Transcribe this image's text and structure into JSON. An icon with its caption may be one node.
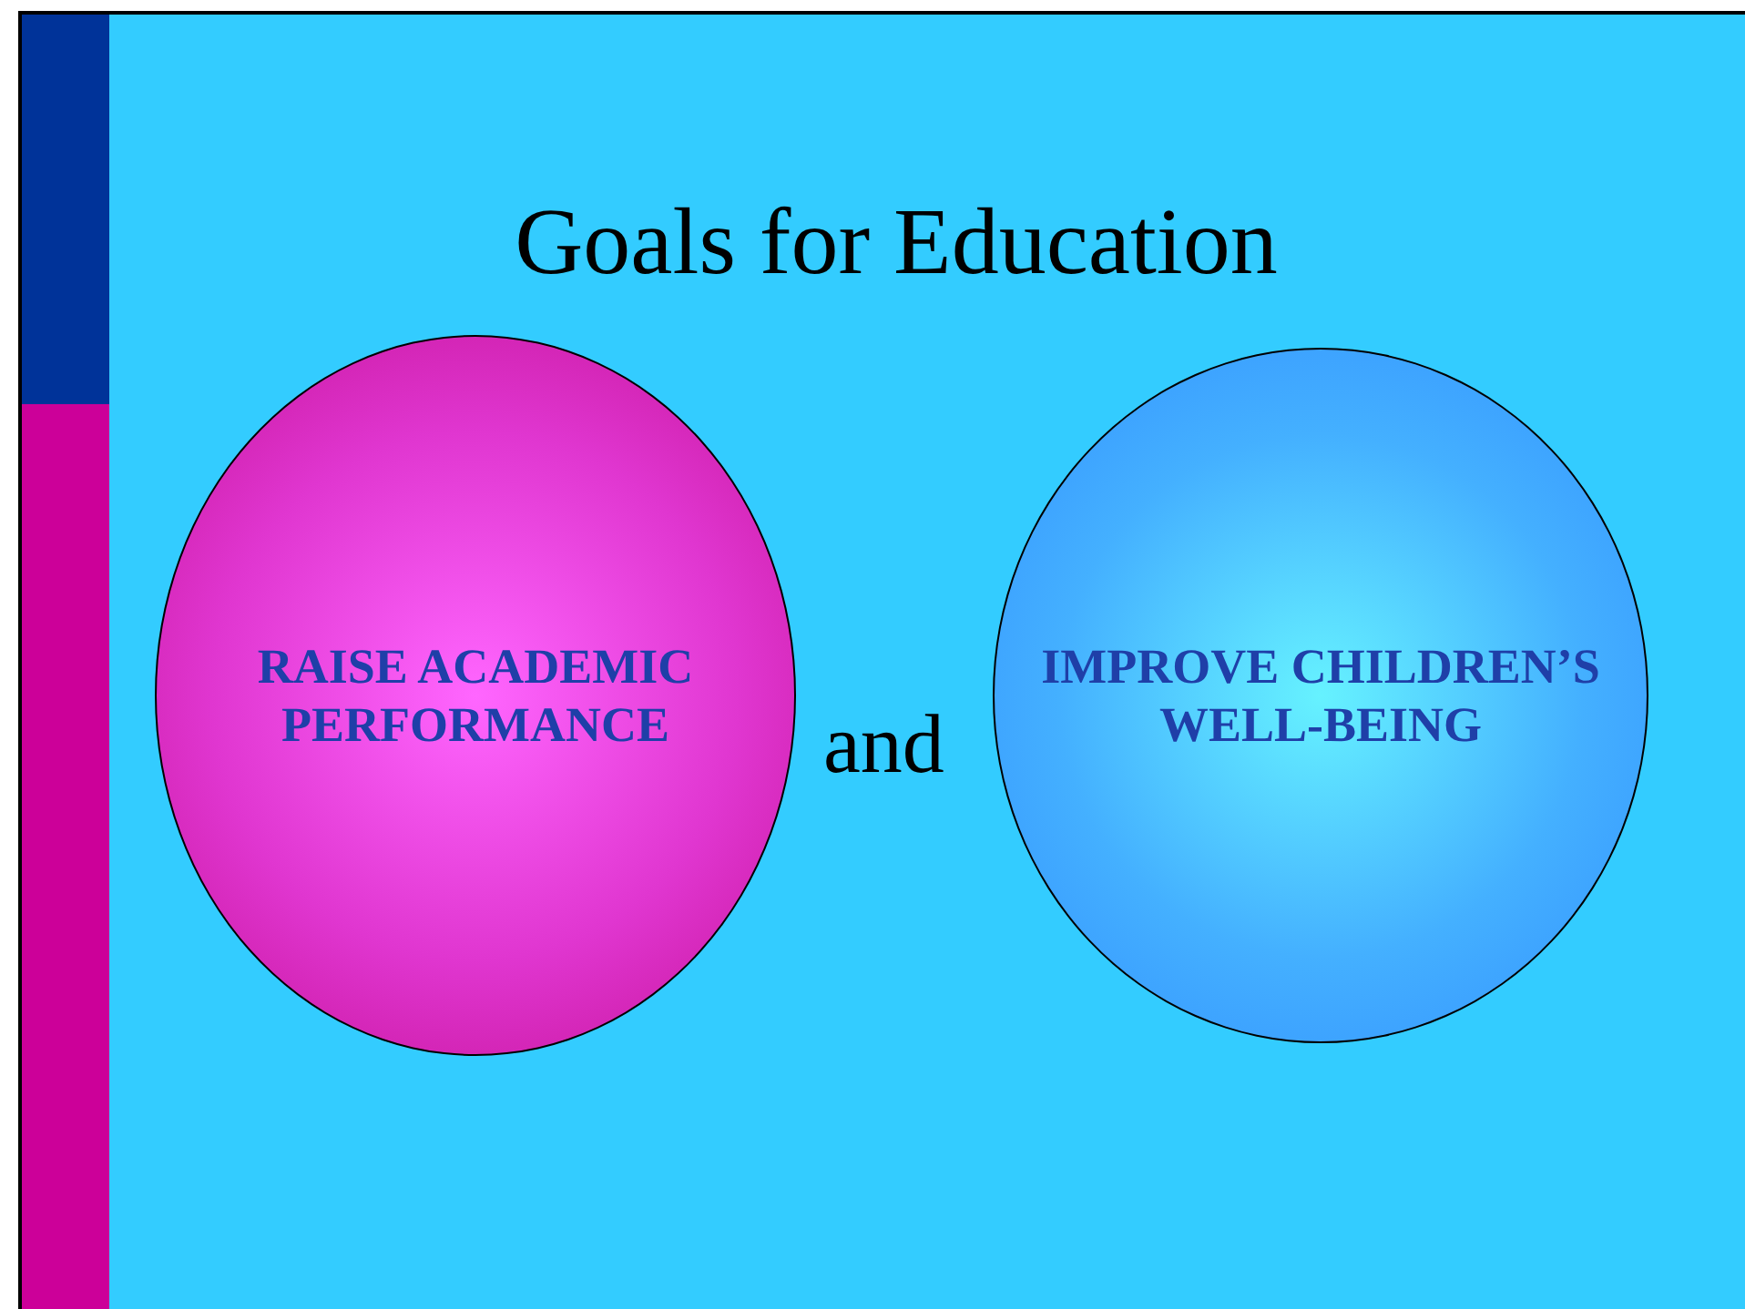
{
  "diagram": {
    "title": "Goals for Education",
    "nodes": [
      {
        "text": [
          "RAISE ACADEMIC PERFORMANCE"
        ]
      },
      {
        "text": [
          "IMPROVE CHILDREN’S WELL-BEING"
        ]
      }
    ],
    "labels": [
      "and"
    ]
  }
}
